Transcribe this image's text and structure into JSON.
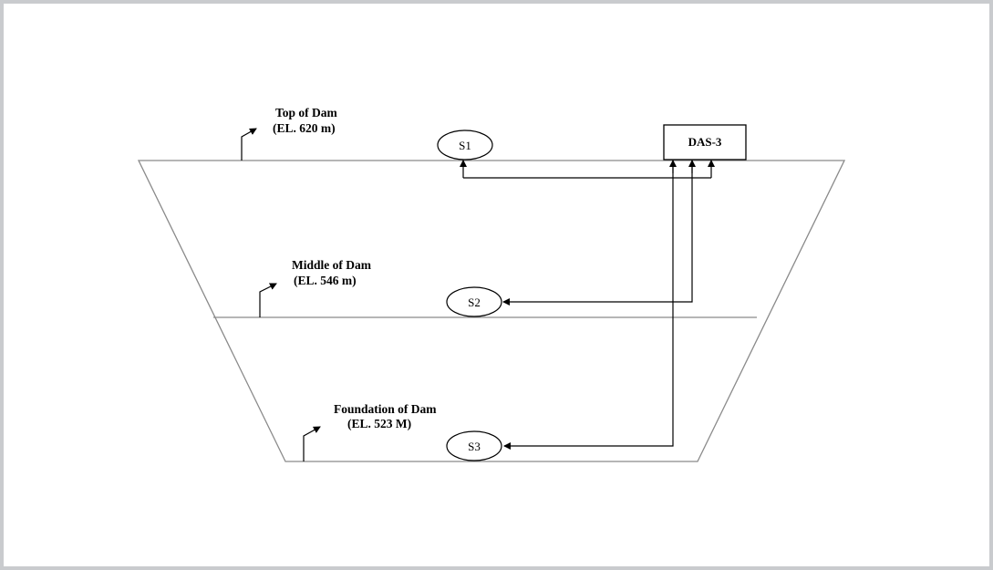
{
  "diagram": {
    "labels": {
      "top": {
        "title": "Top of Dam",
        "elevation": "(EL. 620 m)"
      },
      "middle": {
        "title": "Middle of Dam",
        "elevation": "(EL. 546 m)"
      },
      "foundation": {
        "title": "Foundation of Dam",
        "elevation": "(EL. 523 M)"
      }
    },
    "sensors": {
      "s1": "S1",
      "s2": "S2",
      "s3": "S3"
    },
    "logger": "DAS-3"
  }
}
